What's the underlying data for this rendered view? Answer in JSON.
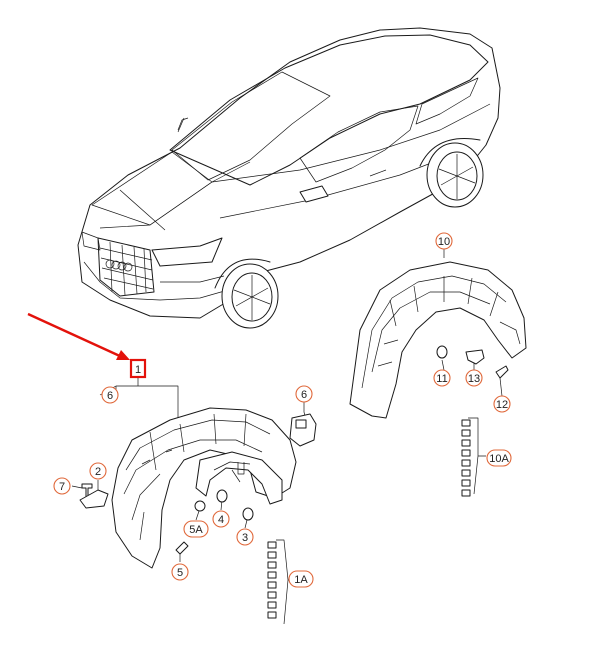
{
  "diagram": {
    "callouts": [
      {
        "id": "c1",
        "label": "1"
      },
      {
        "id": "c6a",
        "label": "6"
      },
      {
        "id": "c6b",
        "label": "6"
      },
      {
        "id": "c7",
        "label": "7"
      },
      {
        "id": "c2",
        "label": "2"
      },
      {
        "id": "c5a",
        "label": "5A"
      },
      {
        "id": "c4",
        "label": "4"
      },
      {
        "id": "c3",
        "label": "3"
      },
      {
        "id": "c5",
        "label": "5"
      },
      {
        "id": "c1a",
        "label": "1A"
      },
      {
        "id": "c10",
        "label": "10"
      },
      {
        "id": "c11",
        "label": "11"
      },
      {
        "id": "c13",
        "label": "13"
      },
      {
        "id": "c12",
        "label": "12"
      },
      {
        "id": "c10a",
        "label": "10A"
      }
    ],
    "colors": {
      "callout_border": "#e0683a",
      "highlight_arrow": "#e3120b",
      "line_art": "#1a1a1a",
      "background": "#ffffff"
    },
    "icons": [
      "car-illustration",
      "front-wheel-housing-liner",
      "rear-wheel-housing-liner",
      "highlight-arrow-icon"
    ]
  }
}
